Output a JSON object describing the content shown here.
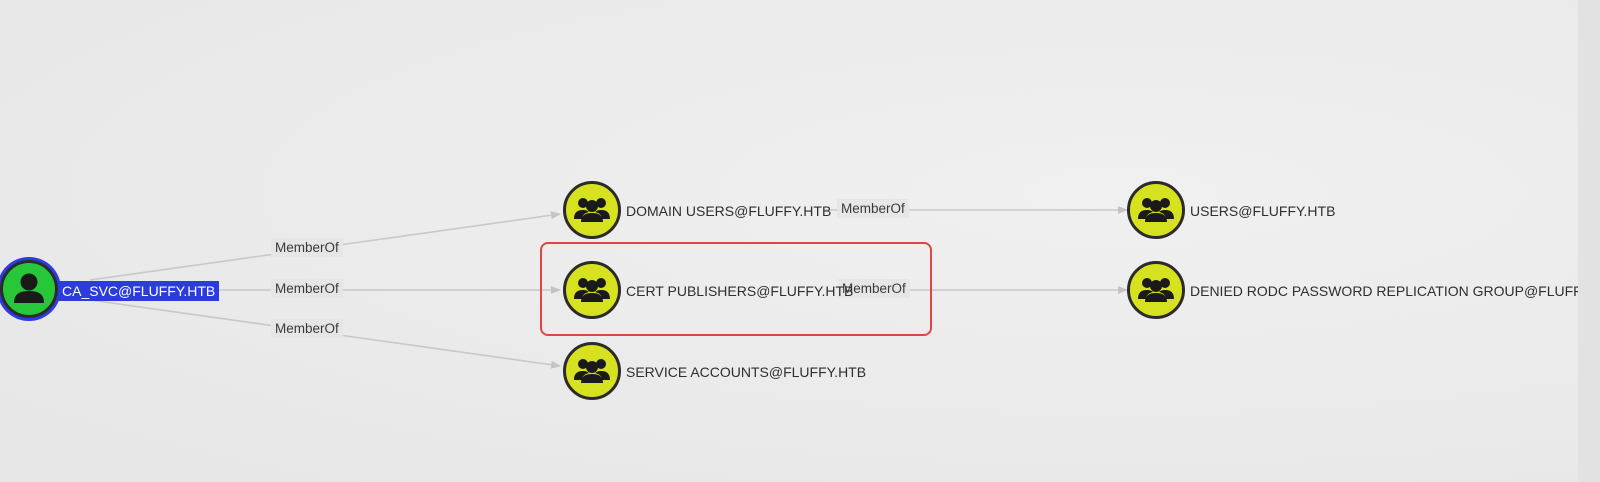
{
  "graph": {
    "nodes": {
      "ca_svc": {
        "label": "CA_SVC@FLUFFY.HTB",
        "kind": "user",
        "icon": "user-icon",
        "selected": true,
        "color": "#27c73a"
      },
      "domain_users": {
        "label": "DOMAIN USERS@FLUFFY.HTB",
        "kind": "group",
        "icon": "group-icon",
        "color": "#d6e21f"
      },
      "cert_publishers": {
        "label": "CERT PUBLISHERS@FLUFFY.HTB",
        "kind": "group",
        "icon": "group-icon",
        "color": "#d6e21f"
      },
      "service_accounts": {
        "label": "SERVICE ACCOUNTS@FLUFFY.HTB",
        "kind": "group",
        "icon": "group-icon",
        "color": "#d6e21f"
      },
      "users": {
        "label": "USERS@FLUFFY.HTB",
        "kind": "group",
        "icon": "group-icon",
        "color": "#d6e21f"
      },
      "denied_rodc": {
        "label": "DENIED RODC PASSWORD REPLICATION GROUP@FLUFFY.HTB",
        "kind": "group",
        "icon": "group-icon",
        "color": "#d6e21f"
      }
    },
    "edges": [
      {
        "from": "CA_SVC@FLUFFY.HTB",
        "to": "DOMAIN USERS@FLUFFY.HTB",
        "label": "MemberOf"
      },
      {
        "from": "CA_SVC@FLUFFY.HTB",
        "to": "CERT PUBLISHERS@FLUFFY.HTB",
        "label": "MemberOf"
      },
      {
        "from": "CA_SVC@FLUFFY.HTB",
        "to": "SERVICE ACCOUNTS@FLUFFY.HTB",
        "label": "MemberOf"
      },
      {
        "from": "DOMAIN USERS@FLUFFY.HTB",
        "to": "USERS@FLUFFY.HTB",
        "label": "MemberOf"
      },
      {
        "from": "CERT PUBLISHERS@FLUFFY.HTB",
        "to": "DENIED RODC PASSWORD REPLICATION GROUP@FLUFFY.HTB",
        "label": "MemberOf"
      }
    ],
    "highlight": {
      "color": "#e04545"
    },
    "selection_color": "#2b3bdc"
  }
}
